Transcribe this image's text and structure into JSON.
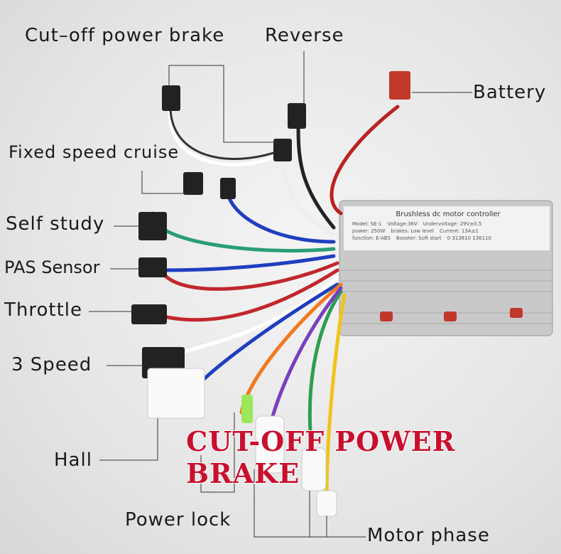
{
  "labels": {
    "cutoff_brake": "Cut–off power brake",
    "reverse": "Reverse",
    "battery": "Battery",
    "cruise": "Fixed speed cruise",
    "self_study": "Self study",
    "pas": "PAS Sensor",
    "throttle": "Throttle",
    "speed3": "3 Speed",
    "hall": "Hall",
    "power_lock": "Power lock",
    "motor_phase": "Motor phase"
  },
  "overlay_text": "CUT-OFF POWER BRAKE",
  "controller": {
    "title": "Brushless dc motor controller",
    "rows": [
      [
        "Model: SE-1",
        "Voltage:36V",
        "Undervoltage: 29V±0.5"
      ],
      [
        "power: 250W",
        "brakes: Low level",
        "Current: 13A±1"
      ],
      [
        "function: E-ABS",
        "Booster: Soft start",
        "0 313810 136110"
      ]
    ]
  },
  "colors": {
    "overlay": "#c8102e"
  }
}
